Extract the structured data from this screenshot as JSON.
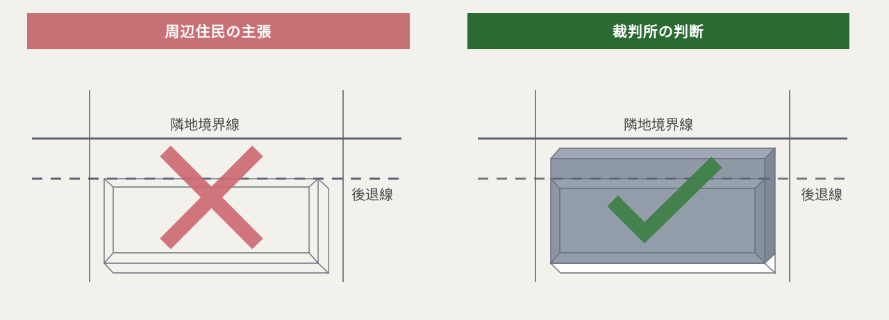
{
  "colors": {
    "background": "#F3F1EC",
    "claim_banner": "#C87174",
    "ruling_banner": "#2B6A33",
    "line": "#5A6470",
    "cross": "#CE6870",
    "check": "#3F8048",
    "building_fill": "#8A95A3"
  },
  "panels": [
    {
      "banner_label": "周辺住民の主張",
      "boundary_label": "隣地境界線",
      "setback_label": "後退線",
      "verdict_icon": "cross-icon",
      "building_state": "outline"
    },
    {
      "banner_label": "裁判所の判断",
      "boundary_label": "隣地境界線",
      "setback_label": "後退線",
      "verdict_icon": "check-icon",
      "building_state": "shaded"
    }
  ]
}
